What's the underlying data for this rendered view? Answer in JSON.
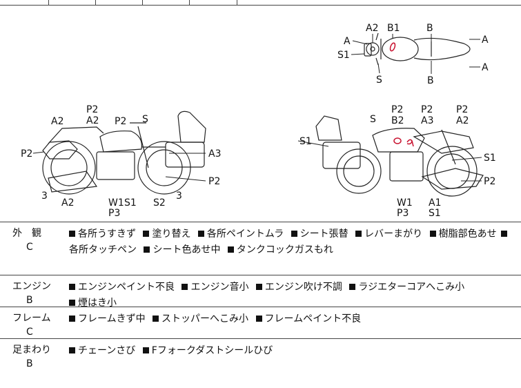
{
  "diagram": {
    "top_view": {
      "labels": [
        "A2",
        "B1",
        "B",
        "A",
        "A",
        "S1",
        "S",
        "B",
        "A"
      ],
      "handwritten": [
        "0"
      ]
    },
    "left_view": {
      "labels": [
        "P2",
        "A2",
        "P2",
        "S",
        "A2",
        "P2",
        "A3",
        "3",
        "A2",
        "W1",
        "S1",
        "S2",
        "3",
        "P2",
        "P3"
      ]
    },
    "right_view": {
      "labels": [
        "P2",
        "P2",
        "P2",
        "S",
        "B2",
        "A3",
        "A2",
        "S1",
        "S1",
        "W1",
        "A1",
        "P2",
        "P3",
        "S1"
      ],
      "handwritten": [
        "0",
        "9"
      ]
    }
  },
  "sections": [
    {
      "category": "外　観",
      "grade": "C",
      "items": [
        "各所うすきず",
        "塗り替え",
        "各所ペイントムラ",
        "シート張替",
        "レバーまがり",
        "樹脂部色あせ",
        "各所タッチペン",
        "シート色あせ中",
        "タンクコックガスもれ"
      ]
    },
    {
      "category": "エンジン",
      "grade": "B",
      "items": [
        "エンジンペイント不良",
        "エンジン音小",
        "エンジン吹け不調",
        "ラジエターコアへこみ小",
        "煙はき小"
      ]
    },
    {
      "category": "フレーム",
      "grade": "C",
      "items": [
        "フレームきず中",
        "ストッパーへこみ小",
        "フレームペイント不良"
      ]
    },
    {
      "category": "足まわり",
      "grade": "B",
      "items": [
        "チェーンさび",
        "Fフォークダストシールひび"
      ]
    }
  ]
}
